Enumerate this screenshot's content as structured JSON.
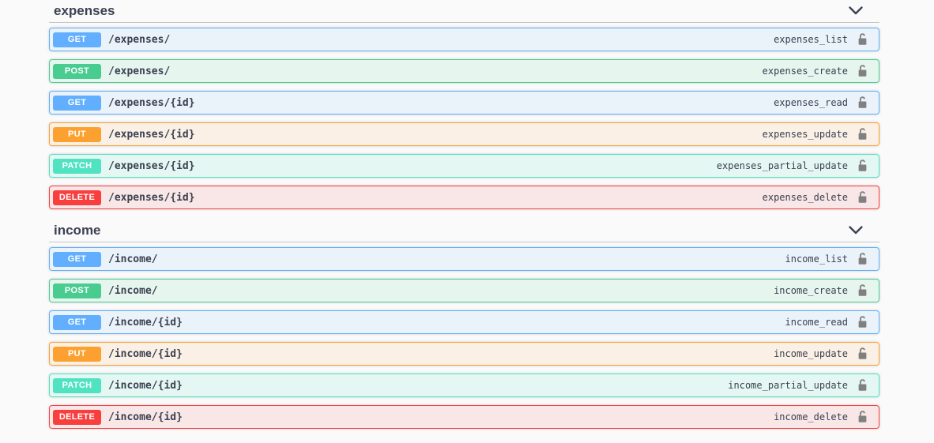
{
  "app": "swagger-api-docs",
  "colors": {
    "page_background": "#fafafa",
    "heading_text": "#3b4151",
    "path_text": "#3b4151",
    "method_get": "#61affe",
    "method_post": "#49cc90",
    "method_put": "#fca130",
    "method_patch": "#50e3c2",
    "method_delete": "#f93e3e",
    "lock_icon": "#808080"
  },
  "icons": {
    "section_toggle": "chevron-down-icon",
    "auth": "unlock-icon"
  },
  "sections": [
    {
      "title": "expenses",
      "endpoints": [
        {
          "method": "GET",
          "path": "/expenses/",
          "operation_id": "expenses_list"
        },
        {
          "method": "POST",
          "path": "/expenses/",
          "operation_id": "expenses_create"
        },
        {
          "method": "GET",
          "path": "/expenses/{id}",
          "operation_id": "expenses_read"
        },
        {
          "method": "PUT",
          "path": "/expenses/{id}",
          "operation_id": "expenses_update"
        },
        {
          "method": "PATCH",
          "path": "/expenses/{id}",
          "operation_id": "expenses_partial_update"
        },
        {
          "method": "DELETE",
          "path": "/expenses/{id}",
          "operation_id": "expenses_delete"
        }
      ]
    },
    {
      "title": "income",
      "endpoints": [
        {
          "method": "GET",
          "path": "/income/",
          "operation_id": "income_list"
        },
        {
          "method": "POST",
          "path": "/income/",
          "operation_id": "income_create"
        },
        {
          "method": "GET",
          "path": "/income/{id}",
          "operation_id": "income_read"
        },
        {
          "method": "PUT",
          "path": "/income/{id}",
          "operation_id": "income_update"
        },
        {
          "method": "PATCH",
          "path": "/income/{id}",
          "operation_id": "income_partial_update"
        },
        {
          "method": "DELETE",
          "path": "/income/{id}",
          "operation_id": "income_delete"
        }
      ]
    }
  ]
}
